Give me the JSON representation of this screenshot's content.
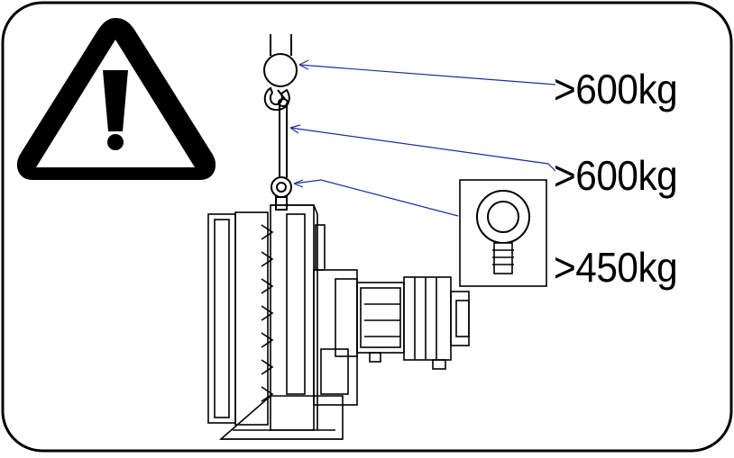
{
  "diagram": {
    "load_ratings": [
      {
        "part": "hook",
        "value": ">600kg"
      },
      {
        "part": "sling",
        "value": ">600kg"
      },
      {
        "part": "eyebolt",
        "value": ">450kg"
      }
    ],
    "icons": [
      "warning-triangle-icon",
      "eyebolt-icon"
    ],
    "colors": {
      "outline": "#000000",
      "leader": "#1a2fa0",
      "background": "#ffffff"
    }
  }
}
